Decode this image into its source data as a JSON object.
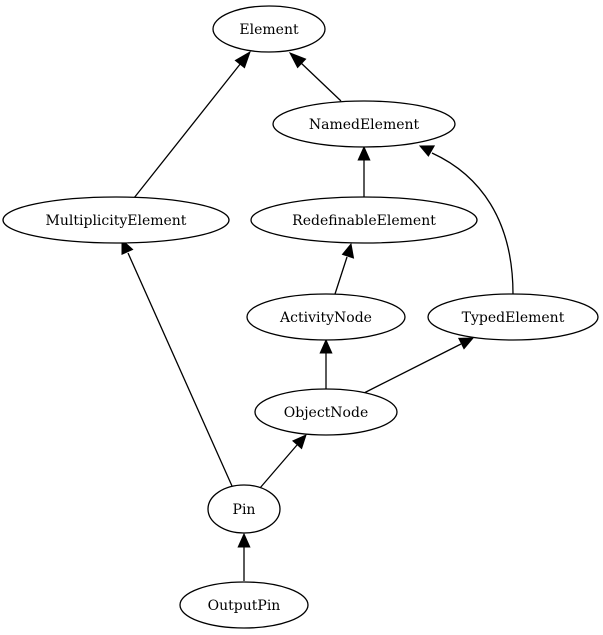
{
  "diagram": {
    "nodes": {
      "element": "Element",
      "named_element": "NamedElement",
      "multiplicity_element": "MultiplicityElement",
      "redefinable_element": "RedefinableElement",
      "activity_node": "ActivityNode",
      "typed_element": "TypedElement",
      "object_node": "ObjectNode",
      "pin": "Pin",
      "output_pin": "OutputPin"
    },
    "edges": [
      {
        "from": "named_element",
        "to": "element"
      },
      {
        "from": "multiplicity_element",
        "to": "element"
      },
      {
        "from": "redefinable_element",
        "to": "named_element"
      },
      {
        "from": "typed_element",
        "to": "named_element"
      },
      {
        "from": "activity_node",
        "to": "redefinable_element"
      },
      {
        "from": "object_node",
        "to": "activity_node"
      },
      {
        "from": "object_node",
        "to": "typed_element"
      },
      {
        "from": "pin",
        "to": "object_node"
      },
      {
        "from": "pin",
        "to": "multiplicity_element"
      },
      {
        "from": "output_pin",
        "to": "pin"
      }
    ]
  }
}
